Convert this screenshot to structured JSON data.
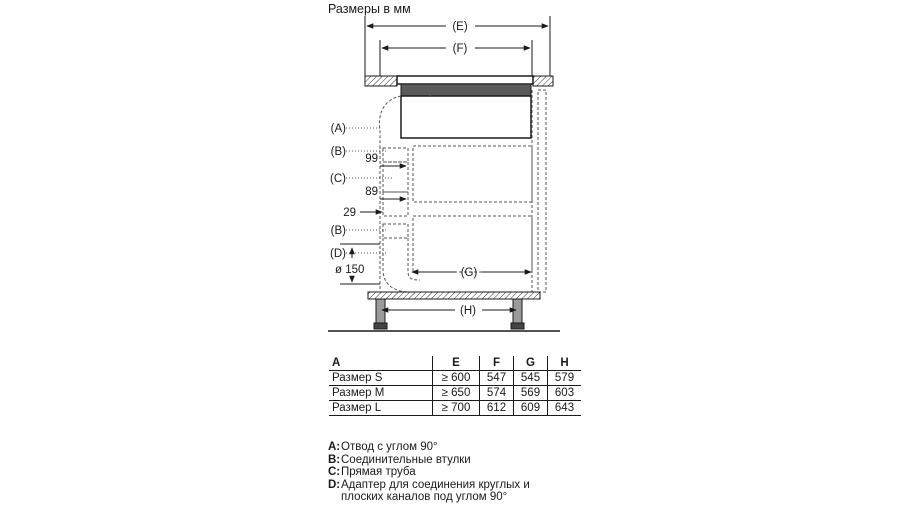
{
  "title": "Размеры в мм",
  "diagram": {
    "labels": {
      "E": "(E)",
      "F": "(F)",
      "G": "(G)",
      "H": "(H)",
      "A": "(A)",
      "B1": "(B)",
      "C": "(C)",
      "B2": "(B)",
      "D": "(D)",
      "d99": "99",
      "d89": "89",
      "d29": "29",
      "d150": "ø 150"
    }
  },
  "table": {
    "headers": [
      "A",
      "E",
      "F",
      "G",
      "H"
    ],
    "rows": [
      [
        "Размер S",
        "≥ 600",
        "547",
        "545",
        "579"
      ],
      [
        "Размер M",
        "≥ 650",
        "574",
        "569",
        "603"
      ],
      [
        "Размер L",
        "≥ 700",
        "612",
        "609",
        "643"
      ]
    ]
  },
  "legend": [
    {
      "key": "A:",
      "text": "Отвод с углом 90°"
    },
    {
      "key": "B:",
      "text": "Соединительные втулки"
    },
    {
      "key": "C:",
      "text": "Прямая труба"
    },
    {
      "key": "D:",
      "text": "Адаптер для соединения круглых и\nплоских каналов под углом 90°"
    }
  ]
}
